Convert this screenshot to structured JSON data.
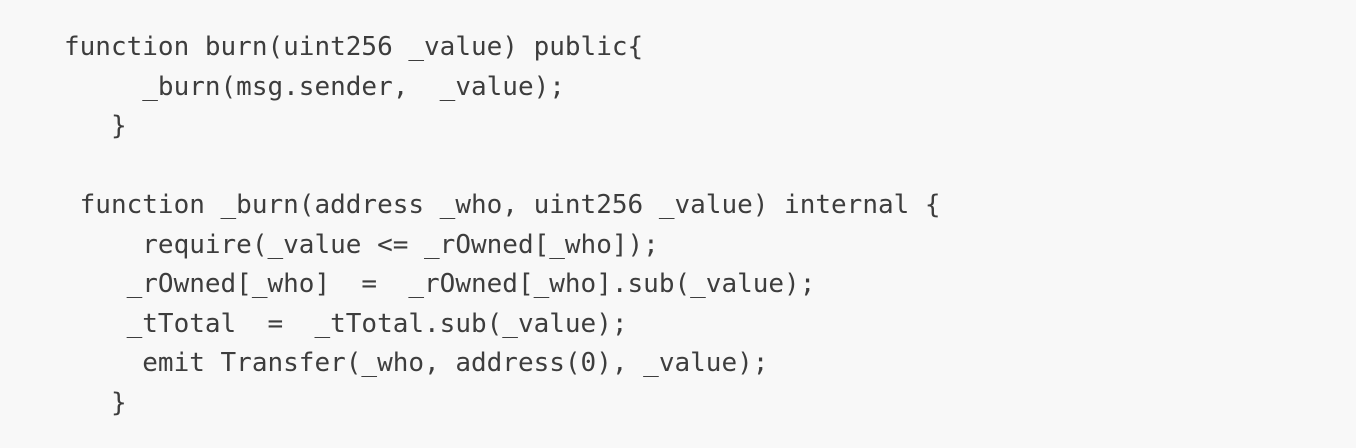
{
  "style": {
    "background": "#f8f8f8",
    "code_text_color": "#3d3d3d"
  },
  "code_block": {
    "lines": [
      "function burn(uint256 _value) public{",
      "     _burn(msg.sender,  _value);",
      "   }",
      "",
      " function _burn(address _who, uint256 _value) internal {",
      "     require(_value <= _rOwned[_who]);",
      "    _rOwned[_who]  =  _rOwned[_who].sub(_value);",
      "    _tTotal  =  _tTotal.sub(_value);",
      "     emit Transfer(_who, address(0), _value);",
      "   }"
    ]
  }
}
